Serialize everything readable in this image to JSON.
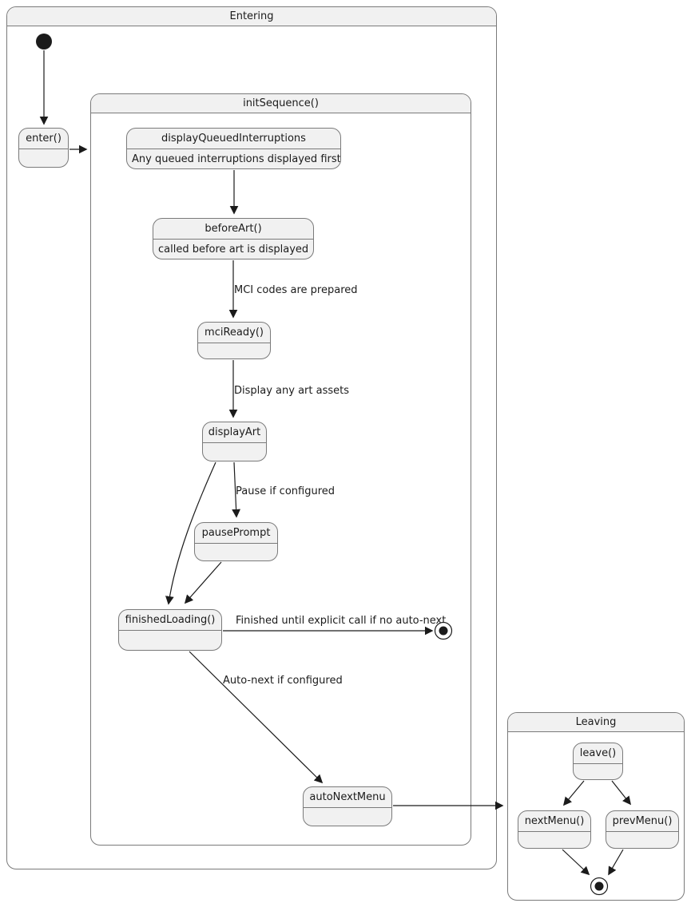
{
  "diagram": {
    "containers": {
      "entering": {
        "title": "Entering"
      },
      "init_sequence": {
        "title": "initSequence()"
      },
      "leaving": {
        "title": "Leaving"
      }
    },
    "states": {
      "enter": {
        "label": "enter()"
      },
      "display_queued_interruptions": {
        "label": "displayQueuedInterruptions",
        "description": "Any queued interruptions displayed first"
      },
      "before_art": {
        "label": "beforeArt()",
        "description": "called before art is displayed"
      },
      "mci_ready": {
        "label": "mciReady()"
      },
      "display_art": {
        "label": "displayArt"
      },
      "pause_prompt": {
        "label": "pausePrompt"
      },
      "finished_loading": {
        "label": "finishedLoading()"
      },
      "auto_next_menu": {
        "label": "autoNextMenu"
      },
      "leave": {
        "label": "leave()"
      },
      "next_menu": {
        "label": "nextMenu()"
      },
      "prev_menu": {
        "label": "prevMenu()"
      }
    },
    "edge_labels": {
      "mci_codes": "MCI codes are prepared",
      "display_assets": "Display any art assets",
      "pause_if_configured": "Pause if configured",
      "finished_until": "Finished until explicit call if no auto-next",
      "auto_next": "Auto-next if configured"
    },
    "colors": {
      "state_fill": "#f1f1f1",
      "border": "#7a7a7a",
      "arrow": "#1b1b1b",
      "background": "#ffffff"
    }
  }
}
